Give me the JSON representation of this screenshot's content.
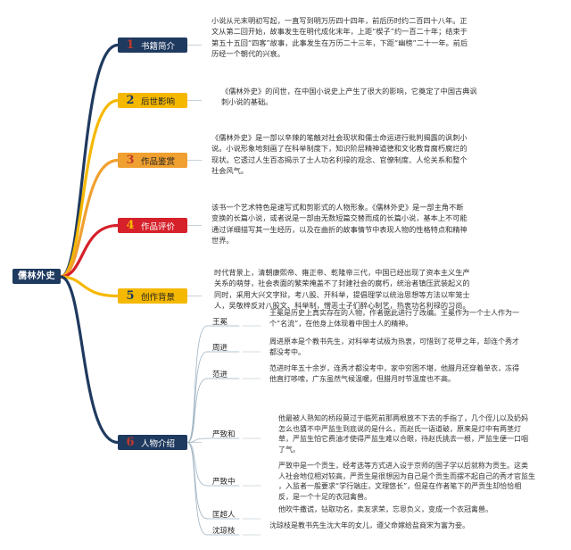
{
  "root": {
    "label": "儒林外史"
  },
  "branches": [
    {
      "num": "1",
      "label": "书籍简介",
      "color": "#1f3a5f",
      "numColor": "#c0392b",
      "lines": [
        "小说从元末明初写起，一直写到明万历四十四年，前后历时约二百四十八年。正",
        "文从第二回开始，故事发生在明代成化末年，上距“楔子”约一百二十年；结束于",
        "第五十五回“四客”故事，此事发生在万历二十三年，下距“幽榜”二十一年。前后",
        "历经一个朝代的兴衰。"
      ]
    },
    {
      "num": "2",
      "label": "后世影响",
      "color": "#f5b800",
      "numColor": "#1f3a5f",
      "lines": [
        "《儒林外史》的问世，在中国小说史上产生了很大的影响，它奠定了中国古典讽",
        "刺小说的基础。"
      ]
    },
    {
      "num": "3",
      "label": "作品鉴赏",
      "color": "#f0a030",
      "numColor": "#c0392b",
      "lines": [
        "《儒林外史》是一部以辛辣的笔触对社会现状和儒士命运进行批判揭露的讽刺小",
        "说。小说形象地刻画了在科举制度下，知识阶层精神道德和文化教育腐朽腐烂的",
        "现状。它透过人生百态揭示了士人功名利禄的观念、官僚制度、人伦关系和整个",
        "社会风气。"
      ]
    },
    {
      "num": "4",
      "label": "作品评价",
      "color": "#d6202a",
      "numColor": "#f5b800",
      "lines": [
        "该书一个艺术特色是速写式和剪影式的人物形象。《儒林外史》是一部主角不断",
        "变换的长篇小说，或者说是一部由无数短篇交替而成的长篇小说，基本上不可能",
        "通过详细描写其一生经历，以及在曲折的故事情节中表现人物的性格特点和精神",
        "世界。"
      ]
    },
    {
      "num": "5",
      "label": "创作背景",
      "color": "#f5b800",
      "numColor": "#1f3a5f",
      "lines": [
        "时代背景上，清朝康熙帝、雍正帝、乾隆帝三代，中国已经出现了资本主义生产",
        "关系的萌芽，社会表面的繁荣掩盖不了封建社会的腐朽，统治者镇压武装起义的",
        "同时，采用大兴文字狱，考八股、开科举，提倡理学以统治思想等方法以牢笼士",
        "人，吴敬梓反对八股文、科举制，憎恶士子们醉心制艺，热衷功名利禄的习尚。"
      ]
    },
    {
      "num": "6",
      "label": "人物介绍",
      "color": "#1f3a5f",
      "numColor": "#c0392b",
      "lines": []
    }
  ],
  "characters": [
    {
      "name": "王冕",
      "lines": [
        "王冕是历史上真实存在的人物，作者据此进行了改编。王冕作为一个士人作为一",
        "个“名流”，在他身上体现着中国士人的精神。"
      ]
    },
    {
      "name": "周进",
      "lines": [
        "周进原本是个教书先生，对科举考试极为热衷，可惜到了花甲之年，却连个秀才",
        "都没考中。"
      ]
    },
    {
      "name": "范进",
      "lines": [
        "范进时年五十余岁，连秀才都没考中，家中穷困不堪，他腊月还穿着单衣，冻得",
        "他直打哆嗦，广东虽然气候温暖，但腊月时节温度也不高。"
      ]
    },
    {
      "name": "严致和",
      "lines": [
        "他最被人熟知的桥段莫过于临死前那两根放不下去的手指了，几个侄儿以及奶妈",
        "怎么也猜不中严监生到底说的是什么，而赵氏一语道破，原来是灯中有两茎灯",
        "草，严监生怕它费油才使得严监生难以合眼，待赵氏挑去一根，严监生便一口咽",
        "了气。"
      ]
    },
    {
      "name": "严致中",
      "lines": [
        "严致中是一个贡生，经考选等方式进入设于京师的国子学以后就称为贡生。这类",
        "人社会地位相对较高，严贡生是很想因为自己是个贡生而摆不起自己的秀才官监生",
        "，入监者一般要求“学行端庄，文理悠长”，但是在作者笔下的严贡生却恰恰相",
        "反，是一个十足的衣冠禽兽。"
      ]
    },
    {
      "name": "匡超人",
      "lines": [
        "他吹牛撒谎，钻取功名，卖友求荣，忘恩负义，变成一个衣冠禽兽。"
      ]
    },
    {
      "name": "沈琼枝",
      "lines": [
        "沈琼枝是教书先生沈大年的女儿，遵父命嫁给盐商宋为富为妾。"
      ]
    }
  ]
}
